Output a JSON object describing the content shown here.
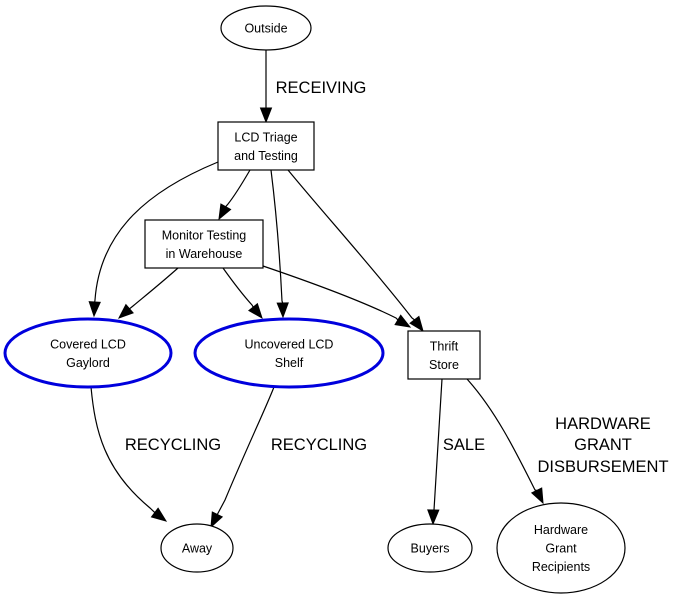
{
  "diagram": {
    "type": "directed-graph",
    "highlight_color": "#0000dd",
    "nodes": [
      {
        "id": "outside",
        "lines": [
          "Outside"
        ],
        "shape": "ellipse",
        "highlighted": false
      },
      {
        "id": "triage",
        "lines": [
          "LCD Triage",
          "and Testing"
        ],
        "shape": "box",
        "highlighted": false
      },
      {
        "id": "monitor",
        "lines": [
          "Monitor Testing",
          "in Warehouse"
        ],
        "shape": "box",
        "highlighted": false
      },
      {
        "id": "covered",
        "lines": [
          "Covered LCD",
          "Gaylord"
        ],
        "shape": "ellipse",
        "highlighted": true
      },
      {
        "id": "uncovered",
        "lines": [
          "Uncovered LCD",
          "Shelf"
        ],
        "shape": "ellipse",
        "highlighted": true
      },
      {
        "id": "thrift",
        "lines": [
          "Thrift",
          "Store"
        ],
        "shape": "box",
        "highlighted": false
      },
      {
        "id": "away",
        "lines": [
          "Away"
        ],
        "shape": "ellipse",
        "highlighted": false
      },
      {
        "id": "buyers",
        "lines": [
          "Buyers"
        ],
        "shape": "ellipse",
        "highlighted": false
      },
      {
        "id": "recipients",
        "lines": [
          "Hardware",
          "Grant",
          "Recipients"
        ],
        "shape": "ellipse",
        "highlighted": false
      }
    ],
    "edges": [
      {
        "from": "outside",
        "to": "triage",
        "label_lines": [
          "RECEIVING"
        ]
      },
      {
        "from": "triage",
        "to": "monitor",
        "label_lines": []
      },
      {
        "from": "triage",
        "to": "covered",
        "label_lines": []
      },
      {
        "from": "triage",
        "to": "uncovered",
        "label_lines": []
      },
      {
        "from": "triage",
        "to": "thrift",
        "label_lines": []
      },
      {
        "from": "monitor",
        "to": "covered",
        "label_lines": []
      },
      {
        "from": "monitor",
        "to": "uncovered",
        "label_lines": []
      },
      {
        "from": "monitor",
        "to": "thrift",
        "label_lines": []
      },
      {
        "from": "covered",
        "to": "away",
        "label_lines": [
          "RECYCLING"
        ]
      },
      {
        "from": "uncovered",
        "to": "away",
        "label_lines": [
          "RECYCLING"
        ]
      },
      {
        "from": "thrift",
        "to": "buyers",
        "label_lines": [
          "SALE"
        ]
      },
      {
        "from": "thrift",
        "to": "recipients",
        "label_lines": [
          "HARDWARE",
          "GRANT",
          "DISBURSEMENT"
        ]
      }
    ]
  }
}
